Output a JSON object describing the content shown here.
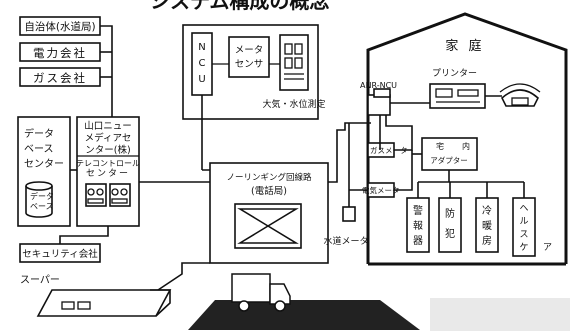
{
  "header_fragment": "システム構成の概念",
  "left_column": {
    "local_gov": "自治体(水道局)",
    "power_company": "電力会社",
    "gas_company": "ガス会社",
    "security_company": "セキュリティ会社",
    "database_center": [
      "データ",
      "ベース",
      "センター"
    ],
    "database_label": [
      "データ",
      "ベース"
    ],
    "yamaguchi_center": [
      "山口ニュー",
      "メディアセ",
      "ンター(株)",
      "テレコントロール",
      "センター"
    ]
  },
  "top_unit": {
    "ncu": [
      "N",
      "C",
      "U"
    ],
    "meter_sensor": [
      "メータ",
      "センサ"
    ],
    "caption": "大気・水位測定"
  },
  "switch": {
    "label": [
      "ノーリンギング回線路",
      "(電話局)"
    ]
  },
  "house": {
    "title": "家 庭",
    "anr_ncu": "ANR-NCU",
    "printer": "プリンター",
    "gas_meter": "ガスメータ",
    "electric_meter": "電気メータ",
    "home_adapter": [
      "宅",
      "内",
      "アダプター"
    ],
    "appliances": [
      "警報器",
      "防犯",
      "冷暖房",
      "ヘルスケア"
    ]
  },
  "water_meter": "水道メータ",
  "supermarket": "スーパー"
}
